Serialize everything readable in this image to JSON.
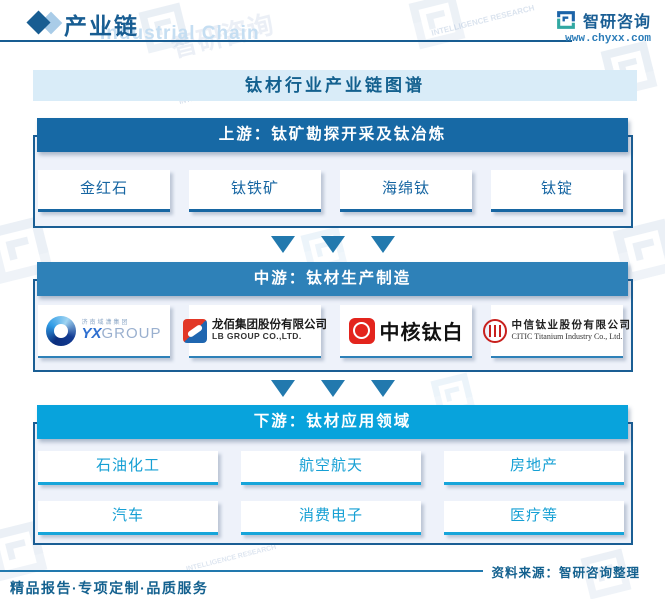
{
  "page": {
    "header": {
      "title": "产业链",
      "title_watermark": "Industrial Chain",
      "brand_name": "智研咨询",
      "brand_url": "www.chyxx.com"
    },
    "diagram_title": "钛材行业产业链图谱",
    "upstream": {
      "header": "上游：钛矿勘探开采及钛冶炼",
      "items": [
        "金红石",
        "钛铁矿",
        "海绵钛",
        "钛锭"
      ]
    },
    "midstream": {
      "header": "中游：钛材生产制造",
      "companies": [
        {
          "name": "济南域潇集团",
          "cn_small": "济南域潇集团",
          "en_bold": "YX",
          "en_light": "GROUP"
        },
        {
          "name": "龙佰集团",
          "cn": "龙佰集团股份有限公司",
          "en": "LB GROUP CO.,LTD."
        },
        {
          "name": "中核钛白",
          "cn": "中核钛白"
        },
        {
          "name": "中信钛业",
          "cn": "中信钛业股份有限公司",
          "en": "CITIC Titanium Industry Co., Ltd."
        }
      ]
    },
    "downstream": {
      "header": "下游：钛材应用领域",
      "items": [
        "石油化工",
        "航空航天",
        "房地产",
        "汽车",
        "消费电子",
        "医疗等"
      ]
    },
    "source": "资料来源：智研咨询整理",
    "footer": "精品报告·专项定制·品质服务",
    "colors": {
      "brand_dark": "#185d92",
      "upstream_header": "#1769a5",
      "midstream_header": "#2e81b8",
      "downstream_header": "#08a3dc",
      "title_bar_bg": "#d9ecf8",
      "section_bg": "#eef2fa",
      "arrow_blue": "#2279ae"
    }
  },
  "watermarks": {
    "cn": "智研咨询",
    "en": "INTELLIGENCE RESEARCH"
  }
}
